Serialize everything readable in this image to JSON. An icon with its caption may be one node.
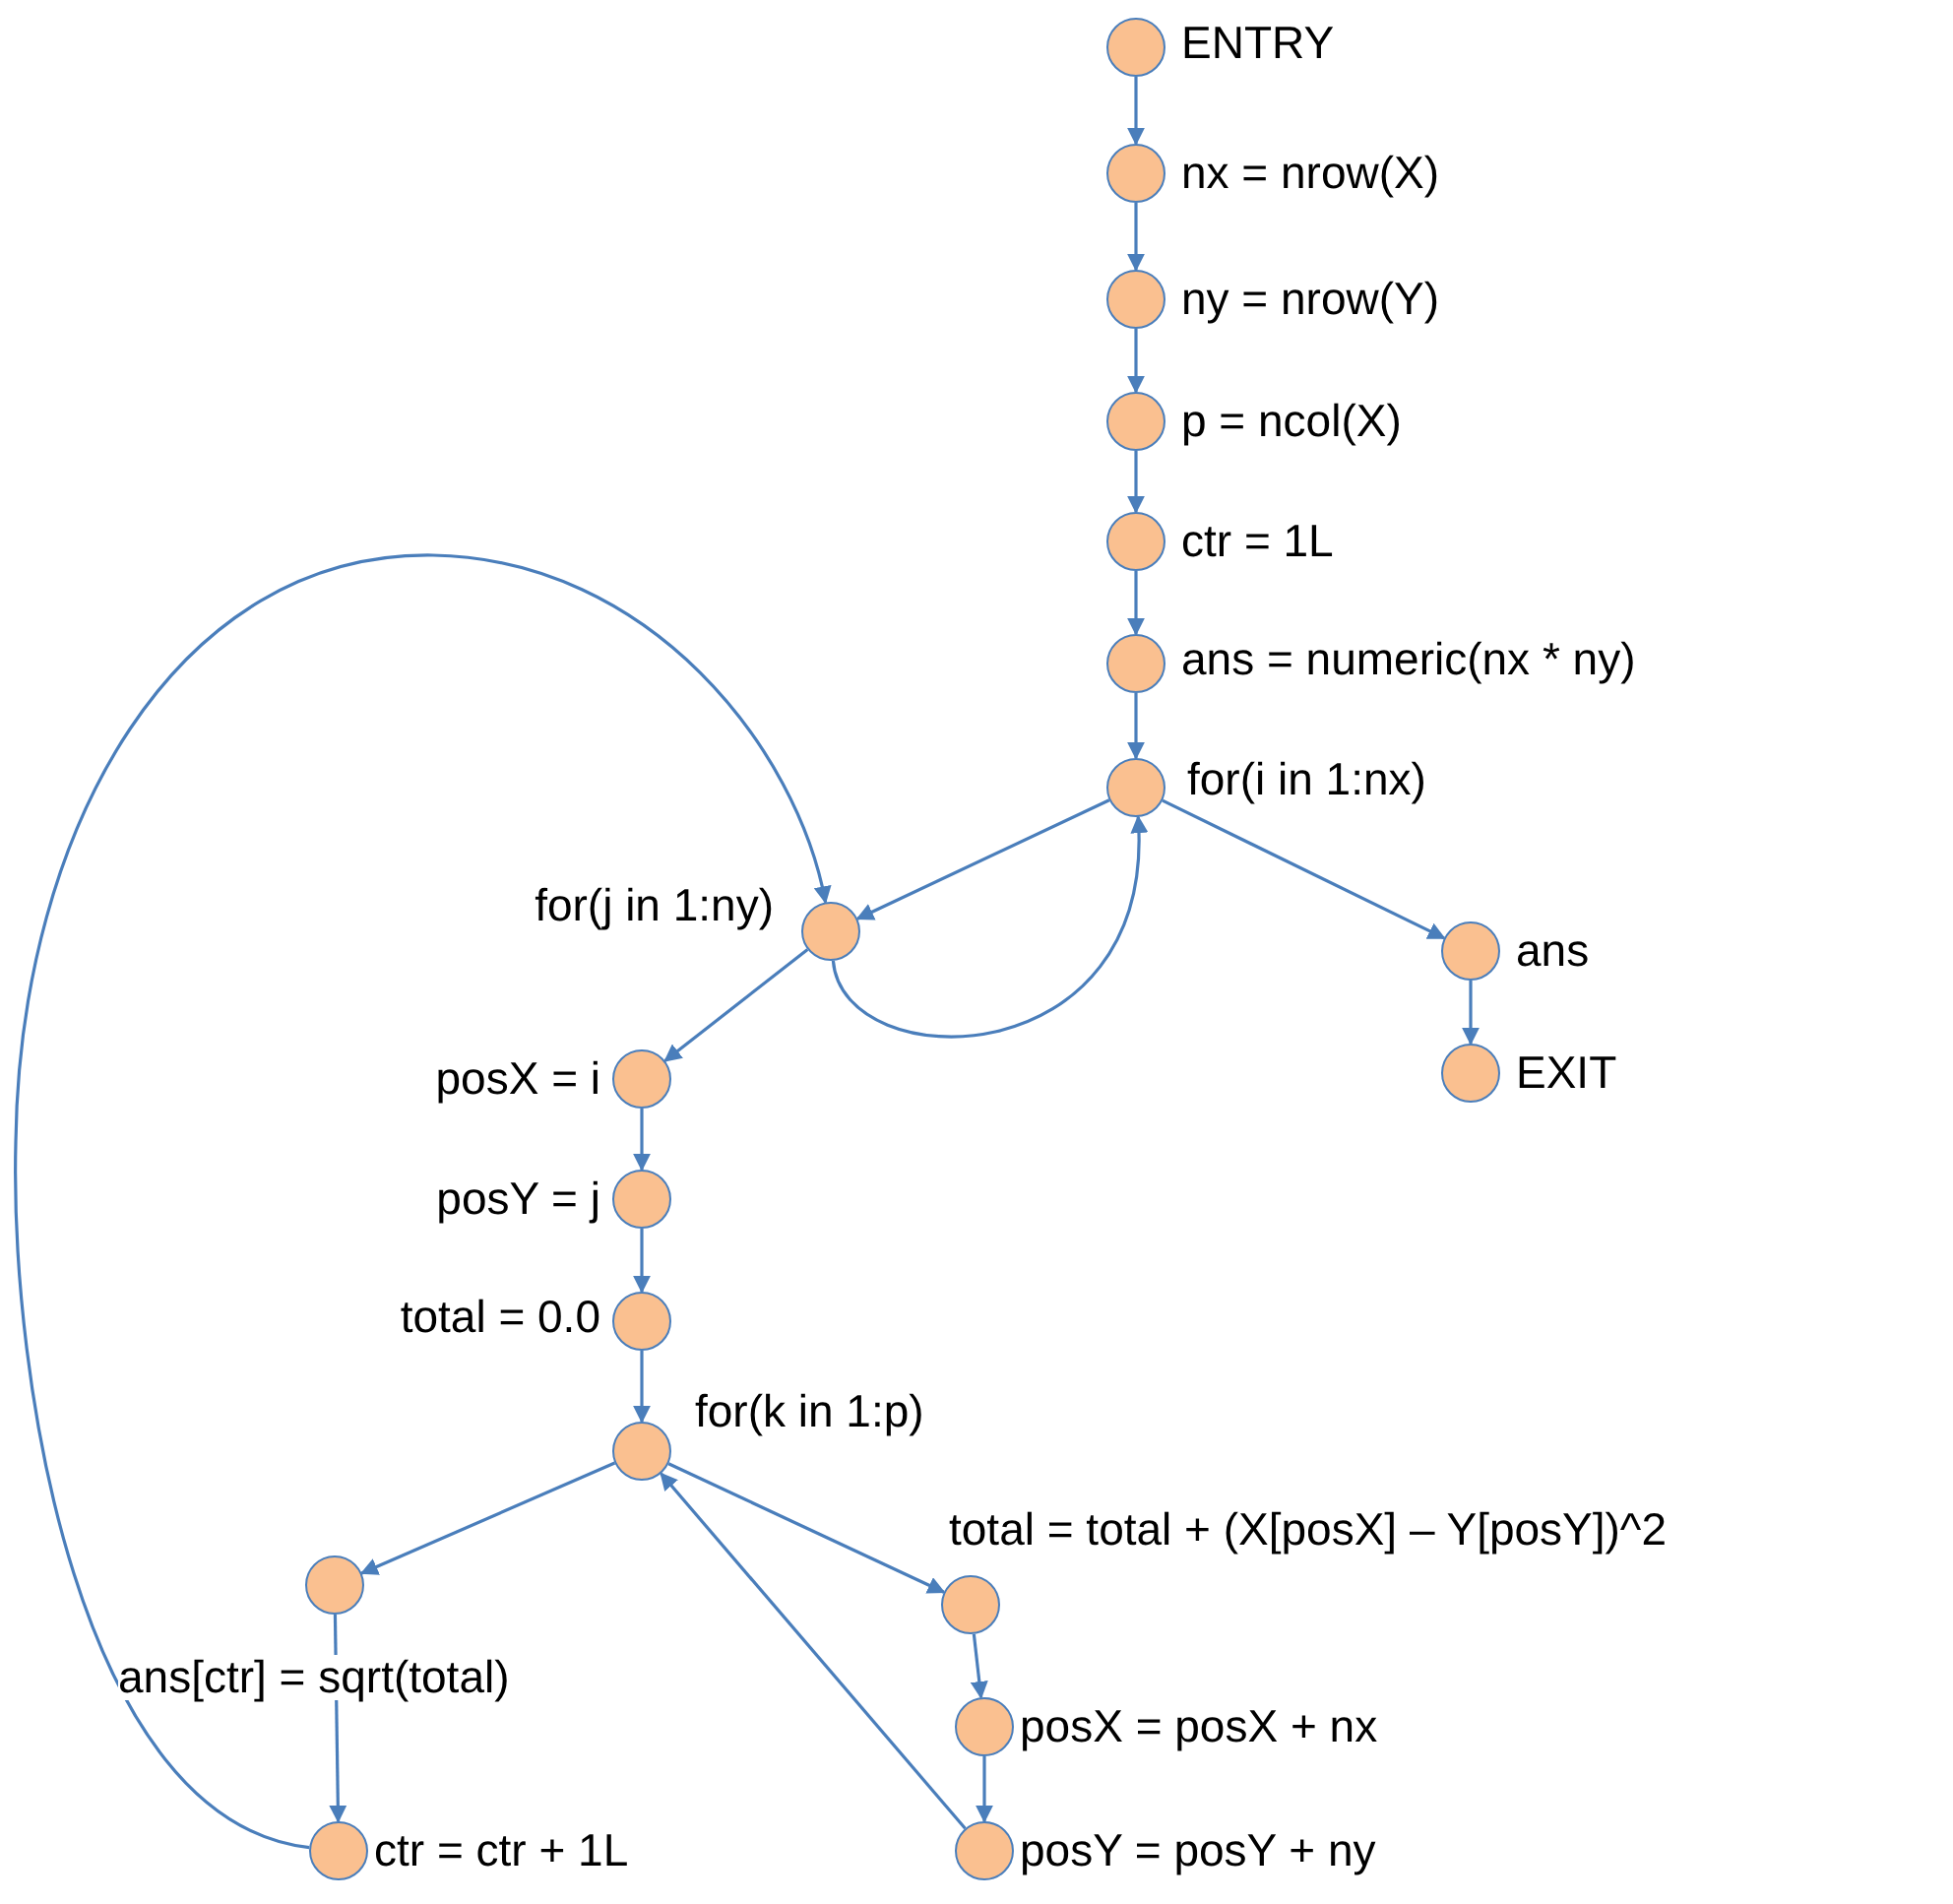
{
  "diagram": {
    "nodes": [
      {
        "text": [
          "ENTRY"
        ]
      },
      {
        "text": [
          "nx = nrow(X)"
        ]
      },
      {
        "text": [
          "ny = nrow(Y)"
        ]
      },
      {
        "text": [
          "p = ncol(X)"
        ]
      },
      {
        "text": [
          "ctr = 1L"
        ]
      },
      {
        "text": [
          "ans = numeric(nx * ny)"
        ]
      },
      {
        "text": [
          "for(i in 1:nx)"
        ]
      },
      {
        "text": [
          "for(j in 1:ny)"
        ]
      },
      {
        "text": [
          "ans"
        ]
      },
      {
        "text": [
          "EXIT"
        ]
      },
      {
        "text": [
          "posX = i"
        ]
      },
      {
        "text": [
          "posY = j"
        ]
      },
      {
        "text": [
          "total = 0.0"
        ]
      },
      {
        "text": [
          "for(k in 1:p)"
        ]
      },
      {
        "text": [
          "ans[ctr] = sqrt(total)"
        ]
      },
      {
        "text": [
          "total = total + (X[posX] – Y[posY])^2"
        ]
      },
      {
        "text": [
          "posX = posX + nx"
        ]
      },
      {
        "text": [
          "posY = posY + ny"
        ]
      },
      {
        "text": [
          "ctr = ctr + 1L"
        ]
      }
    ],
    "edges": [
      {
        "from": 0,
        "to": 1,
        "arrow": "to"
      },
      {
        "from": 1,
        "to": 2,
        "arrow": "to"
      },
      {
        "from": 2,
        "to": 3,
        "arrow": "to"
      },
      {
        "from": 3,
        "to": 4,
        "arrow": "to"
      },
      {
        "from": 4,
        "to": 5,
        "arrow": "to"
      },
      {
        "from": 5,
        "to": 6,
        "arrow": "to"
      },
      {
        "from": 6,
        "to": 7,
        "arrow": "to"
      },
      {
        "from": 6,
        "to": 8,
        "arrow": "to"
      },
      {
        "from": 8,
        "to": 9,
        "arrow": "to"
      },
      {
        "from": 7,
        "to": 6,
        "arrow": "to"
      },
      {
        "from": 7,
        "to": 10,
        "arrow": "to"
      },
      {
        "from": 10,
        "to": 11,
        "arrow": "to"
      },
      {
        "from": 11,
        "to": 12,
        "arrow": "to"
      },
      {
        "from": 12,
        "to": 13,
        "arrow": "to"
      },
      {
        "from": 13,
        "to": 14,
        "arrow": "to"
      },
      {
        "from": 13,
        "to": 15,
        "arrow": "to"
      },
      {
        "from": 15,
        "to": 16,
        "arrow": "to"
      },
      {
        "from": 16,
        "to": 17,
        "arrow": "to"
      },
      {
        "from": 17,
        "to": 13,
        "arrow": "to"
      },
      {
        "from": 14,
        "to": 18,
        "arrow": "to"
      },
      {
        "from": 18,
        "to": 7,
        "arrow": "to"
      }
    ]
  }
}
